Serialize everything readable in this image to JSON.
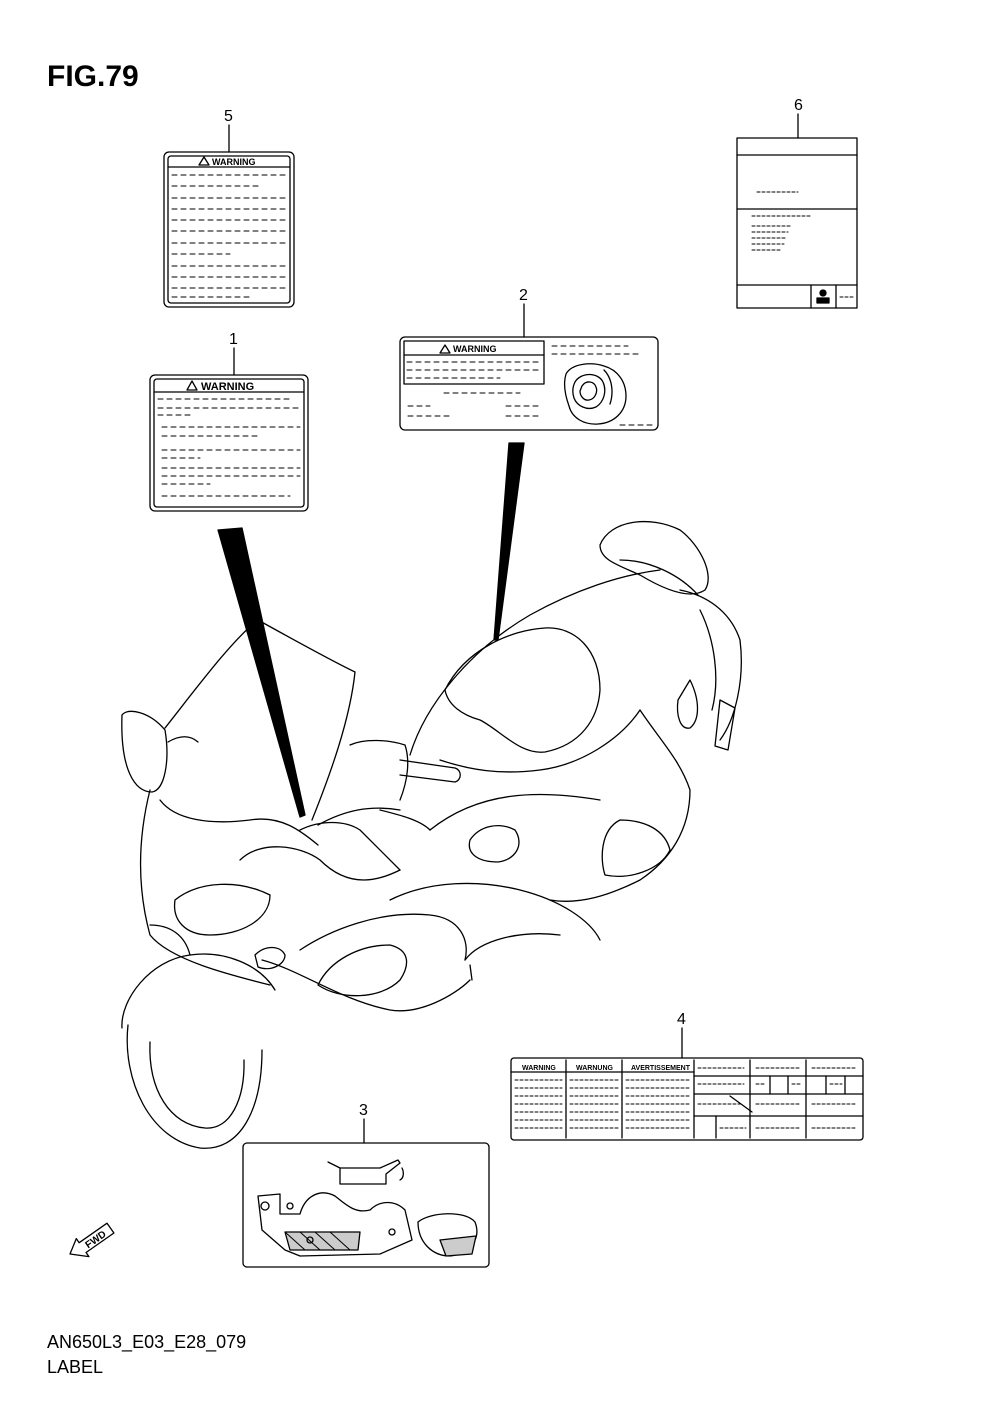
{
  "figure": {
    "title": "FIG.79",
    "code": "AN650L3_E03_E28_079",
    "caption": "LABEL"
  },
  "callouts": [
    "1",
    "2",
    "3",
    "4",
    "5",
    "6"
  ],
  "labels": {
    "warning": "WARNING",
    "warnung": "WARNUNG",
    "avertissement": "AVERTISSEMENT"
  },
  "direction_marker": "FWD"
}
